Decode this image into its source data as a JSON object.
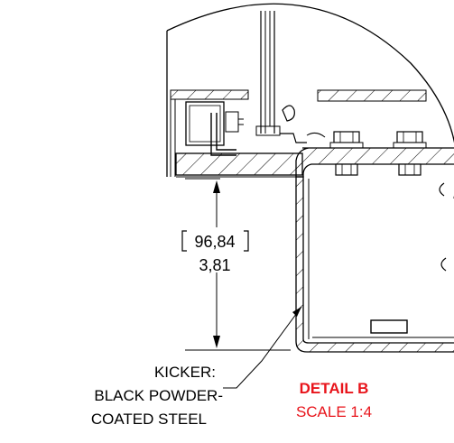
{
  "dimension": {
    "metric": "96,84",
    "imperial": "3,81"
  },
  "callout": {
    "line1": "KICKER:",
    "line2": "BLACK POWDER-",
    "line3": "COATED STEEL"
  },
  "detail": {
    "title": "DETAIL B",
    "scale": "SCALE 1:4"
  },
  "colors": {
    "line": "#000000",
    "detail_label": "#e8141b"
  }
}
